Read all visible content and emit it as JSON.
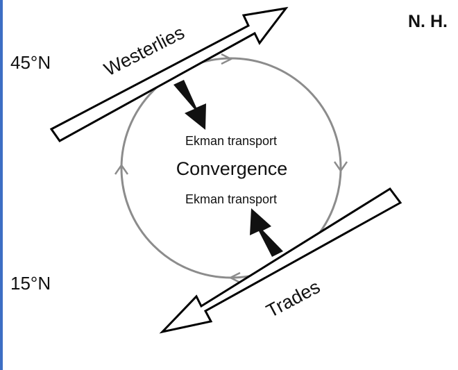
{
  "hemisphere_label": "N. H.",
  "latitude_top": "45°N",
  "latitude_bottom": "15°N",
  "wind_top": "Westerlies",
  "wind_bottom": "Trades",
  "ekman_top": "Ekman transport",
  "ekman_bottom": "Ekman transport",
  "center_label": "Convergence",
  "colors": {
    "edge_bar": "#3d6ec4",
    "circle": "#8c8c8c",
    "outline": "#000000",
    "transport_arrow": "#111111",
    "text": "#111111"
  }
}
